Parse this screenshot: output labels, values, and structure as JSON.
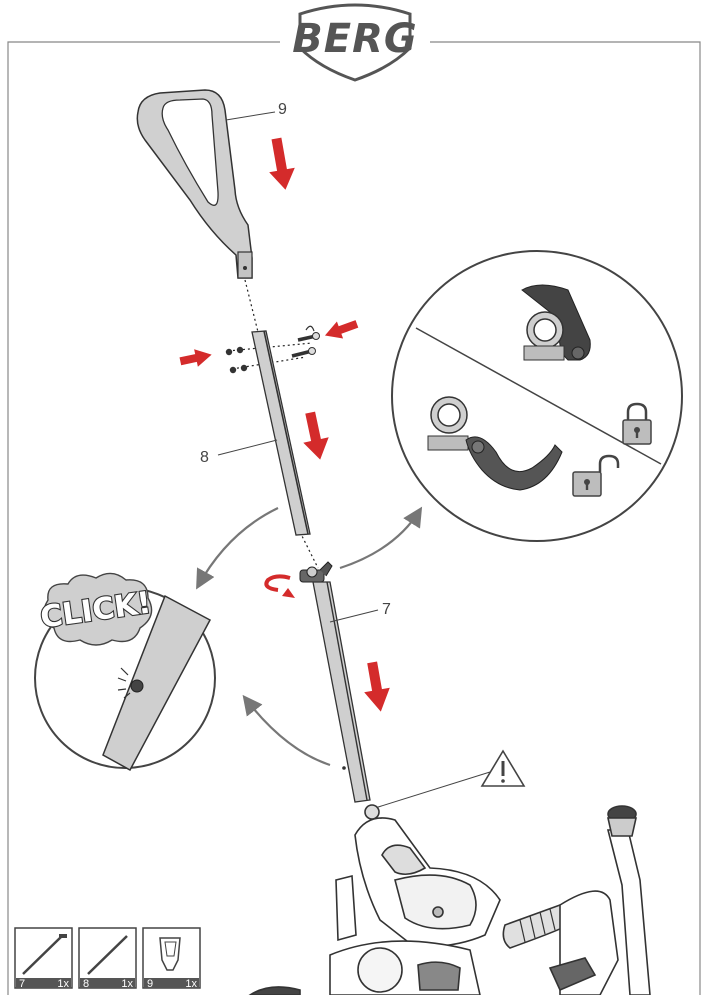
{
  "brand": {
    "name": "BERG"
  },
  "callouts": {
    "part9": "9",
    "part8": "8",
    "part7": "7"
  },
  "click_label": "CLICK!",
  "parts_legend": [
    {
      "number": "7",
      "qty": "1x"
    },
    {
      "number": "8",
      "qty": "1x"
    },
    {
      "number": "9",
      "qty": "1x"
    }
  ],
  "colors": {
    "arrow": "#d42b2b",
    "part_fill": "#d0d0d0",
    "outline": "#333333",
    "frame": "#888888"
  },
  "icons": [
    "locked-padlock-icon",
    "unlocked-padlock-icon",
    "warning-triangle-icon",
    "rotation-arrow-icon"
  ]
}
